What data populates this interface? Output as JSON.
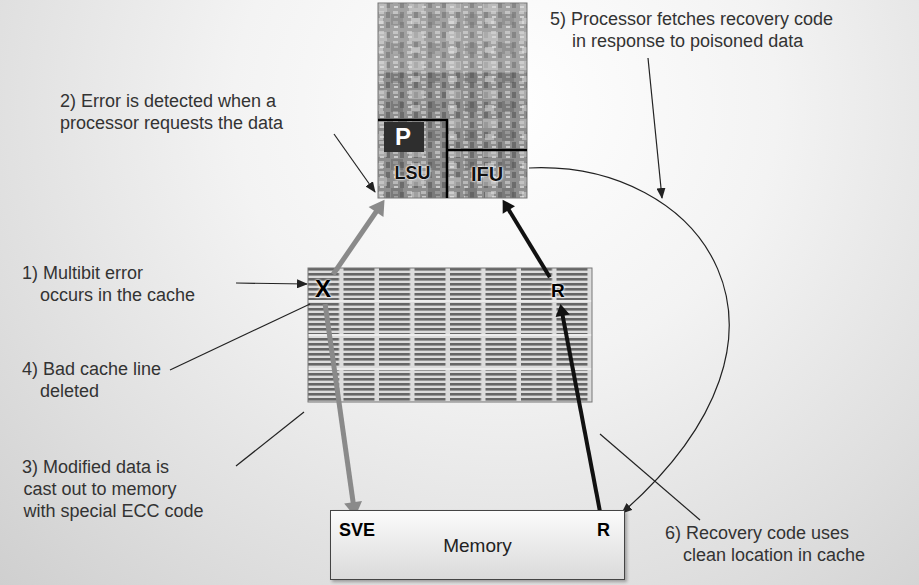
{
  "diagram": {
    "nodes": [
      {
        "text": [
          "LSU"
        ]
      },
      {
        "text": [
          "IFU"
        ]
      },
      {
        "text": [
          "X"
        ]
      },
      {
        "text": [
          "R"
        ]
      },
      {
        "text": [
          "Memory"
        ]
      },
      {
        "text": [
          "SVE"
        ],
        "in": 4
      },
      {
        "text": [
          "R"
        ],
        "in": 4
      }
    ],
    "edges": [
      {
        "from": 2,
        "to": 0,
        "arrow": "to"
      },
      {
        "from": 3,
        "to": 1,
        "arrow": "to"
      },
      {
        "from": 2,
        "to": 5,
        "arrow": "to"
      },
      {
        "from": 6,
        "to": 3,
        "arrow": "to"
      }
    ],
    "labels": [
      "P",
      "1) Multibit error occurs in the cache",
      "2) Error is detected when a processor requests the data",
      "3) Modified data is cast out to memory with special ECC code",
      "4) Bad cache line deleted",
      "5) Processor fetches recovery code in response to poisoned data",
      "6) Recovery code uses clean location in cache"
    ]
  }
}
